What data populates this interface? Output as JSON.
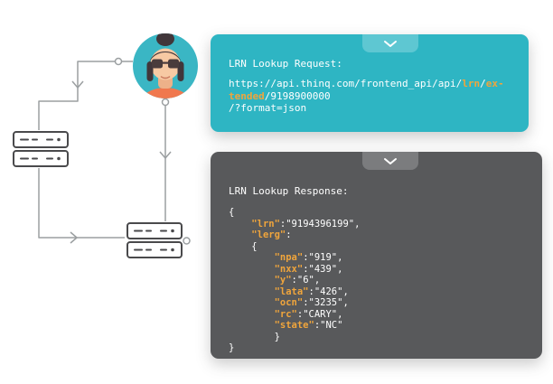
{
  "colors": {
    "teal": "#2eb5c3",
    "teal_tab": "#5ec7d2",
    "gray": "#58595b",
    "gray_tab": "#7b7c7e",
    "highlight": "#f0a53c",
    "connector": "#9b9fa1",
    "server_outline": "#4a4a4c",
    "code_text": "#ffffff"
  },
  "diagram": {
    "elements": [
      "user-avatar",
      "server-stack-left",
      "server-stack-bottom"
    ],
    "icons": [
      "chevron-down-icon",
      "arrow-down-icon",
      "arrow-right-icon",
      "flow-node"
    ]
  },
  "request_panel": {
    "title": "LRN Lookup Request:",
    "tab_icon": "chevron-down",
    "lines": [
      {
        "segments": [
          {
            "text": "https://api.thinq.com/frontend_api/api/",
            "hl": false
          },
          {
            "text": "lrn",
            "hl": true
          },
          {
            "text": "/",
            "hl": false
          },
          {
            "text": "ex-",
            "hl": true
          }
        ]
      },
      {
        "segments": [
          {
            "text": "tended",
            "hl": true
          },
          {
            "text": "/9198900000",
            "hl": false
          }
        ]
      },
      {
        "segments": [
          {
            "text": "/?format=json",
            "hl": false
          }
        ]
      }
    ]
  },
  "response_panel": {
    "title": "LRN Lookup Response:",
    "tab_icon": "chevron-down",
    "response_json": {
      "lrn": "9194396199",
      "lerg": {
        "npa": "919",
        "nxx": "439",
        "y": "6",
        "lata": "426",
        "ocn": "3235",
        "rc": "CARY",
        "state": "NC"
      }
    },
    "lines": [
      {
        "segments": [
          {
            "text": "{",
            "hl": false
          }
        ]
      },
      {
        "segments": [
          {
            "text": "    ",
            "hl": false
          },
          {
            "text": "\"lrn\"",
            "hl": true
          },
          {
            "text": ":\"9194396199\",",
            "hl": false
          }
        ]
      },
      {
        "segments": [
          {
            "text": "    ",
            "hl": false
          },
          {
            "text": "\"lerg\"",
            "hl": true
          },
          {
            "text": ":",
            "hl": false
          }
        ]
      },
      {
        "segments": [
          {
            "text": "    {",
            "hl": false
          }
        ]
      },
      {
        "segments": [
          {
            "text": "        ",
            "hl": false
          },
          {
            "text": "\"npa\"",
            "hl": true
          },
          {
            "text": ":\"919\",",
            "hl": false
          }
        ]
      },
      {
        "segments": [
          {
            "text": "        ",
            "hl": false
          },
          {
            "text": "\"nxx\"",
            "hl": true
          },
          {
            "text": ":\"439\",",
            "hl": false
          }
        ]
      },
      {
        "segments": [
          {
            "text": "        ",
            "hl": false
          },
          {
            "text": "\"y\"",
            "hl": true
          },
          {
            "text": ":\"6\",",
            "hl": false
          }
        ]
      },
      {
        "segments": [
          {
            "text": "        ",
            "hl": false
          },
          {
            "text": "\"lata\"",
            "hl": true
          },
          {
            "text": ":\"426\",",
            "hl": false
          }
        ]
      },
      {
        "segments": [
          {
            "text": "        ",
            "hl": false
          },
          {
            "text": "\"ocn\"",
            "hl": true
          },
          {
            "text": ":\"3235\",",
            "hl": false
          }
        ]
      },
      {
        "segments": [
          {
            "text": "        ",
            "hl": false
          },
          {
            "text": "\"rc\"",
            "hl": true
          },
          {
            "text": ":\"CARY\",",
            "hl": false
          }
        ]
      },
      {
        "segments": [
          {
            "text": "        ",
            "hl": false
          },
          {
            "text": "\"state\"",
            "hl": true
          },
          {
            "text": ":\"NC\"",
            "hl": false
          }
        ]
      },
      {
        "segments": [
          {
            "text": "        }",
            "hl": false
          }
        ]
      },
      {
        "segments": [
          {
            "text": "}",
            "hl": false
          }
        ]
      }
    ]
  }
}
